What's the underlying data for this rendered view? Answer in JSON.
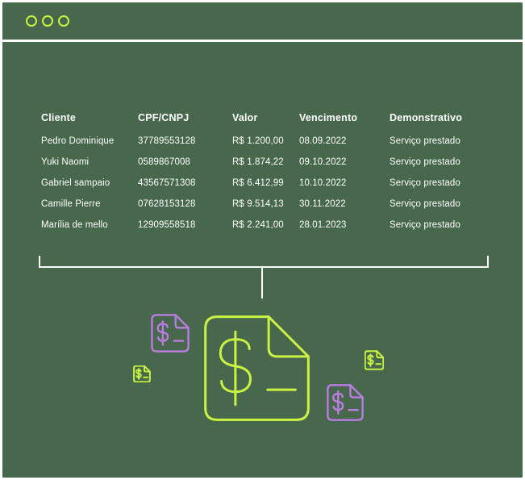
{
  "colors": {
    "background": "#47684C",
    "accent_lime": "#C9F243",
    "accent_purple": "#BA7CE0",
    "text": "#FFFFFF"
  },
  "window": {
    "controls": [
      "dot",
      "dot",
      "dot"
    ]
  },
  "table": {
    "columns": [
      "Cliente",
      "CPF/CNPJ",
      "Valor",
      "Vencimento",
      "Demonstrativo"
    ],
    "rows": [
      [
        "Pedro Dominique",
        "37789553128",
        "R$ 1.200,00",
        "08.09.2022",
        "Serviço prestado"
      ],
      [
        "Yuki Naomi",
        "0589867008",
        "R$ 1.874,22",
        "09.10.2022",
        "Serviço prestado"
      ],
      [
        "Gabriel sampaio",
        "43567571308",
        "R$ 6.412,99",
        "10.10.2022",
        "Serviço prestado"
      ],
      [
        "Camille Pierre",
        "07628153128",
        "R$ 9.514,13",
        "30.11.2022",
        "Serviço prestado"
      ],
      [
        "Marília de mello",
        "12909558518",
        "R$ 2.241,00",
        "28.01.2023",
        "Serviço prestado"
      ]
    ]
  },
  "icons": {
    "window_controls": [
      "circle-dot-icon",
      "circle-dot-icon",
      "circle-dot-icon"
    ],
    "illustration": [
      "invoice-document-icon-purple-medium",
      "invoice-document-icon-lime-small-left",
      "invoice-document-icon-lime-large",
      "invoice-document-icon-lime-small-right",
      "invoice-document-icon-purple-small"
    ]
  }
}
